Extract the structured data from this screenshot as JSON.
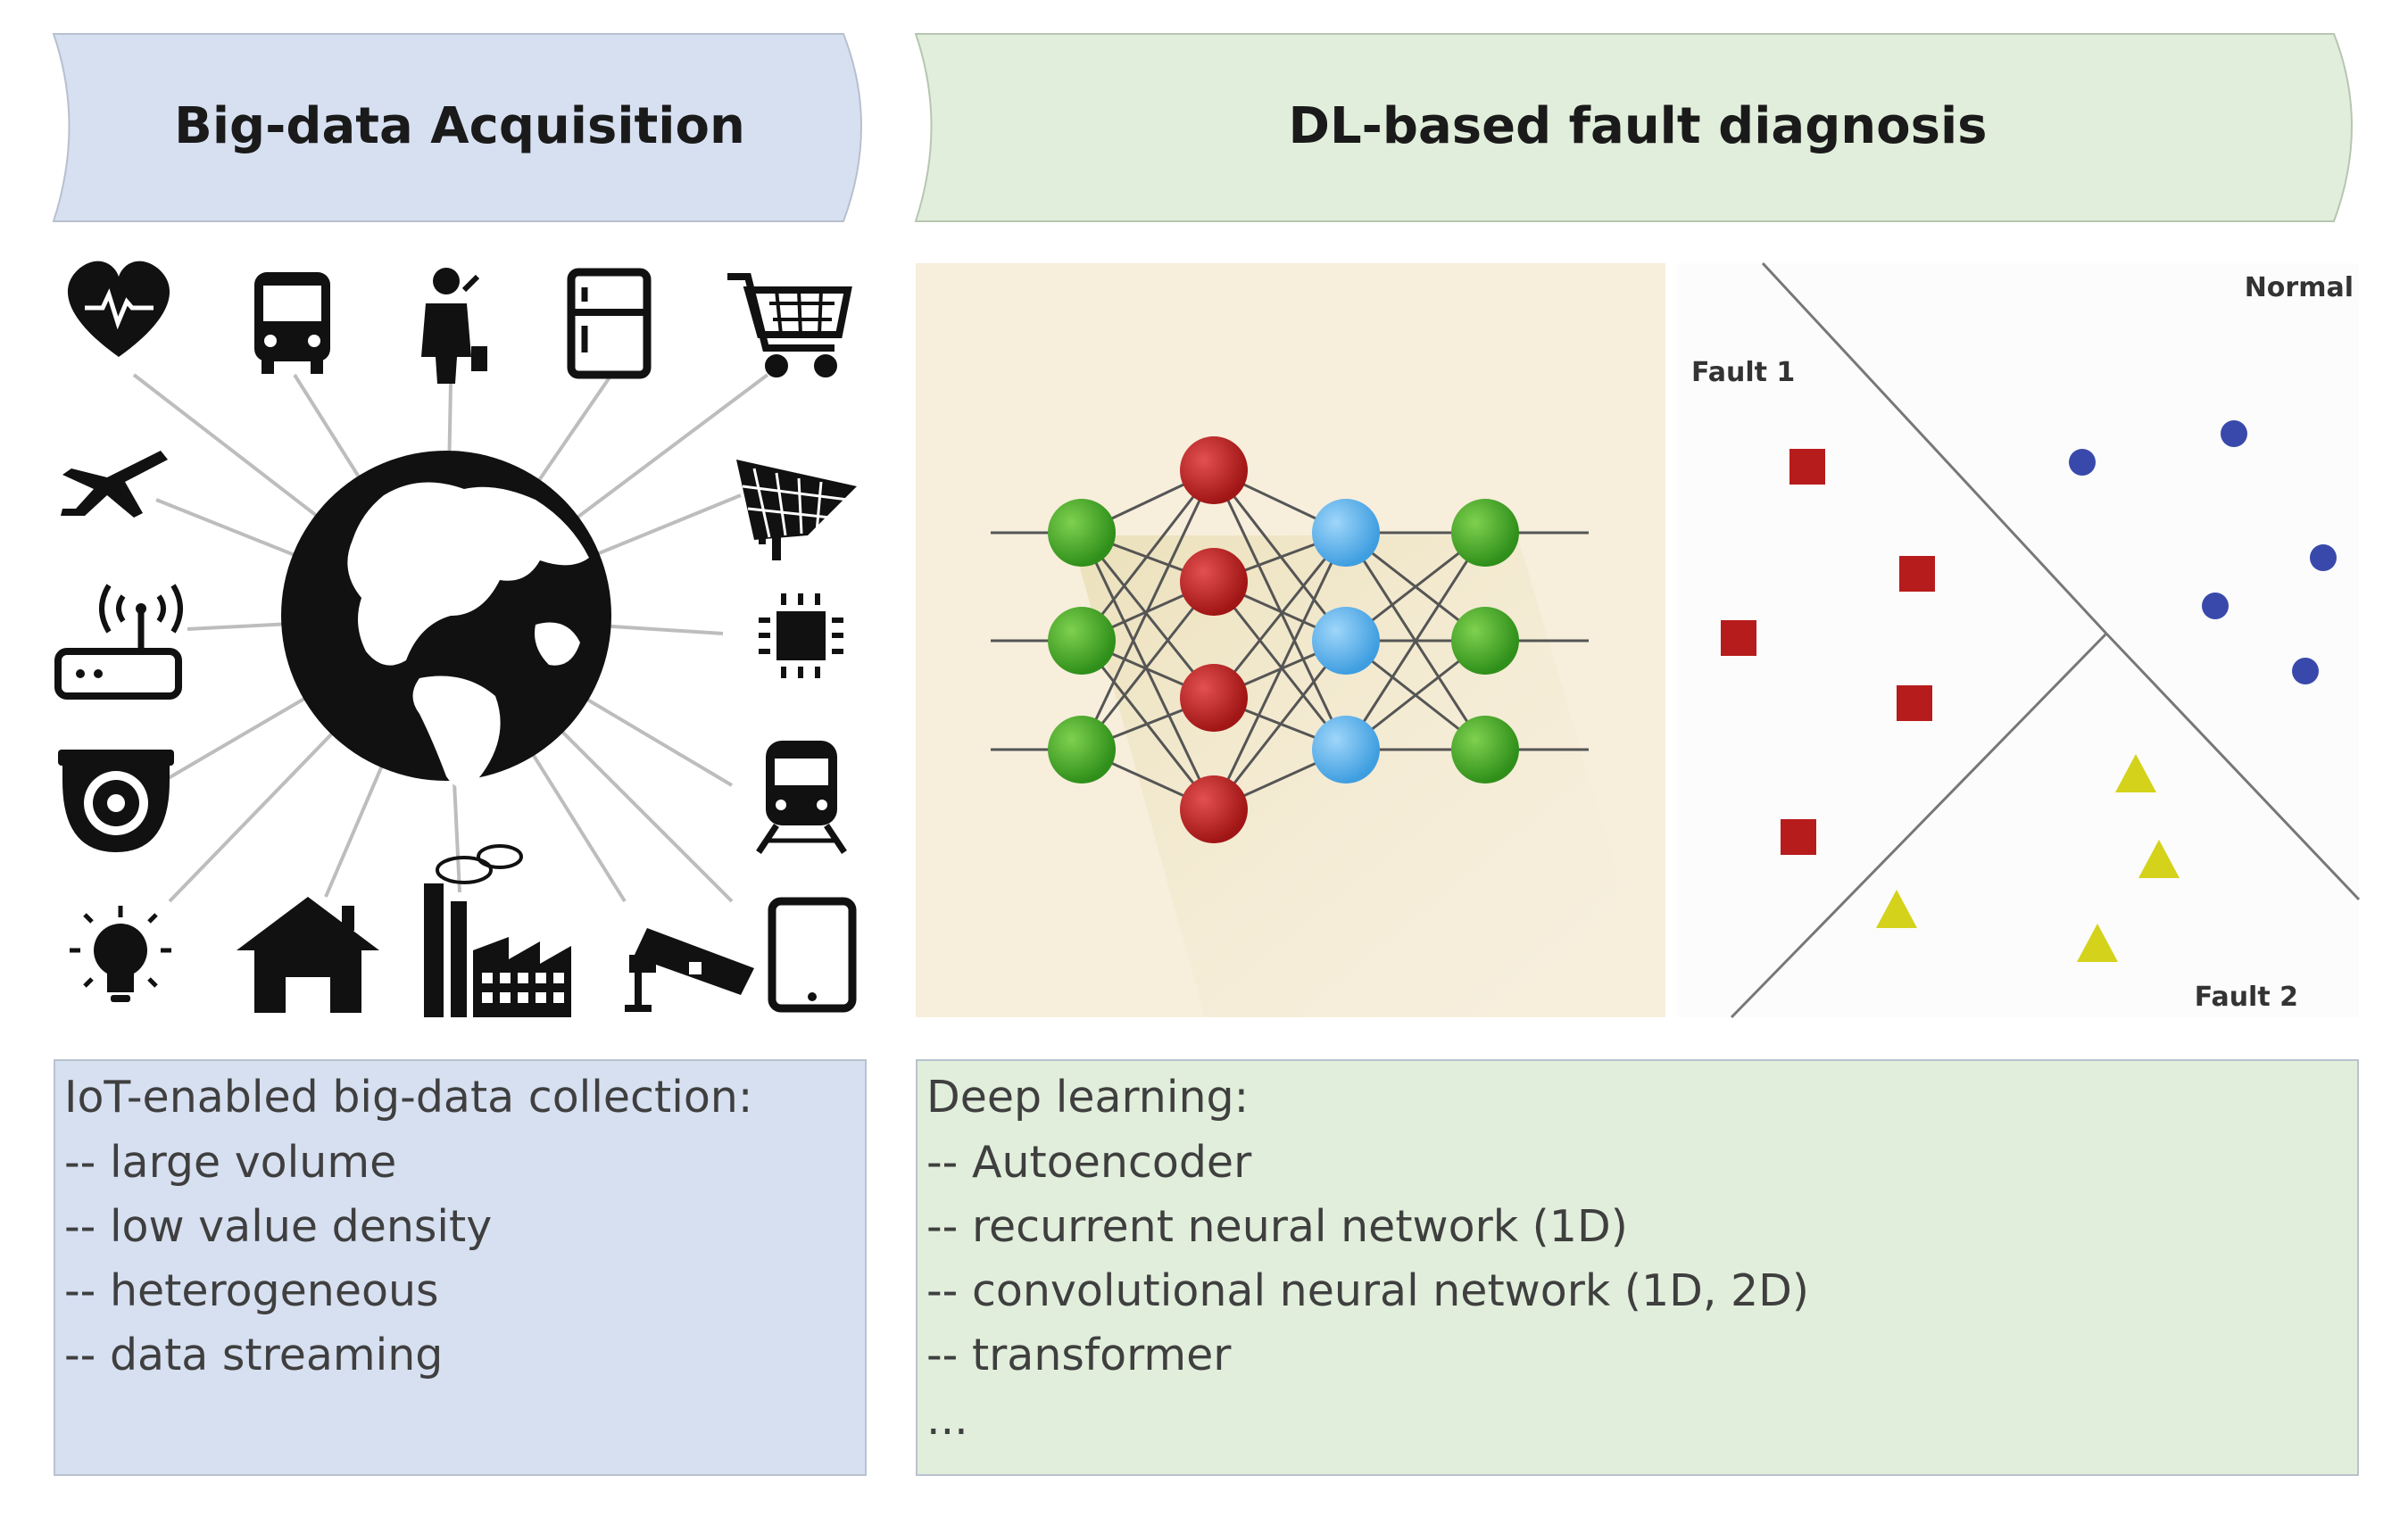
{
  "left_section": {
    "header": "Big-data Acquisition",
    "header_color": "#d7e0f1",
    "icons": [
      "heart-rate-icon",
      "bus-icon",
      "businessman-icon",
      "refrigerator-icon",
      "shopping-cart-icon",
      "airplane-icon",
      "solar-panel-icon",
      "wifi-router-icon",
      "chip-icon",
      "dome-camera-icon",
      "train-icon",
      "light-bulb-icon",
      "house-icon",
      "factory-icon",
      "security-camera-icon",
      "tablet-icon",
      "globe-icon"
    ],
    "text_title": "IoT-enabled big-data collection:",
    "text_items": [
      "-- large volume",
      "-- low value density",
      "-- heterogeneous",
      "-- data streaming"
    ]
  },
  "right_section": {
    "header": "DL-based fault diagnosis",
    "header_color": "#e1eedb",
    "network_colors": {
      "input": "#4caf2e",
      "hidden1": "#c62828",
      "hidden2": "#5fb4ec",
      "output": "#4caf2e"
    },
    "scatter_labels": {
      "normal": "Normal",
      "fault1": "Fault 1",
      "fault2": "Fault 2"
    },
    "class_colors": {
      "fault1": "#b71c1c",
      "normal": "#3949ab",
      "fault2": "#d4d21a"
    },
    "text_title": "Deep learning:",
    "text_items": [
      "-- Autoencoder",
      "-- recurrent neural network (1D)",
      "-- convolutional neural network (1D, 2D)",
      "-- transformer",
      "..."
    ]
  }
}
